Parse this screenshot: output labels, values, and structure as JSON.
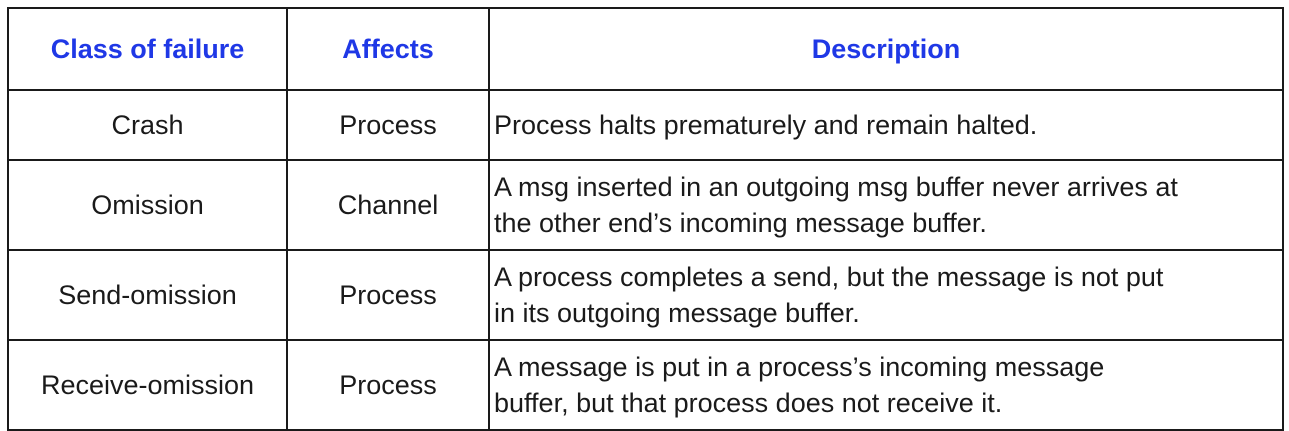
{
  "table": {
    "headers": [
      "Class of failure",
      "Affects",
      "Description"
    ],
    "header_color": "#1f38e6",
    "rows": [
      {
        "class": "Crash",
        "affects": "Process",
        "description": [
          "Process halts prematurely and remain halted."
        ]
      },
      {
        "class": "Omission",
        "affects": "Channel",
        "description": [
          "A msg inserted in an outgoing msg buffer never arrives at",
          "the other end’s incoming message buffer."
        ]
      },
      {
        "class": "Send-omission",
        "affects": "Process",
        "description": [
          "A process completes a send, but the message is not put",
          "in its outgoing message buffer."
        ]
      },
      {
        "class": "Receive-omission",
        "affects": "Process",
        "description": [
          "A message is put in a process’s incoming message",
          "buffer, but that process does not receive it."
        ]
      }
    ]
  }
}
